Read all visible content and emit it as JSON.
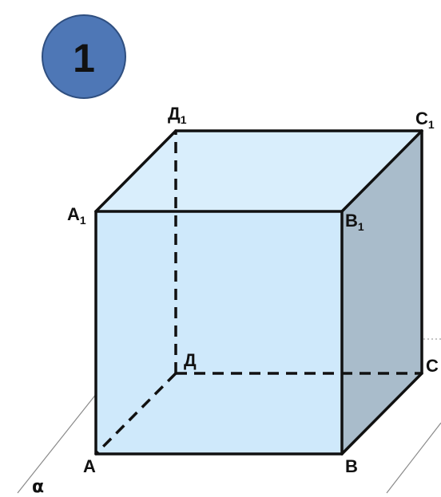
{
  "badge": {
    "number": "1",
    "color": "#4e77b6"
  },
  "plane": {
    "label": "α"
  },
  "vertices": {
    "A": {
      "base": "A",
      "sub": ""
    },
    "B": {
      "base": "B",
      "sub": ""
    },
    "C": {
      "base": "C",
      "sub": ""
    },
    "D": {
      "base": "Д",
      "sub": ""
    },
    "A1": {
      "base": "A",
      "sub": "1"
    },
    "B1": {
      "base": "B",
      "sub": "1"
    },
    "C1": {
      "base": "C",
      "sub": "1"
    },
    "D1": {
      "base": "Д",
      "sub": "1"
    }
  },
  "colors": {
    "front_face": "#cfe9fb",
    "top_face": "#d9eefc",
    "right_face": "#a9bccb",
    "edge": "#111111",
    "plane_line": "#8a8a8a"
  }
}
